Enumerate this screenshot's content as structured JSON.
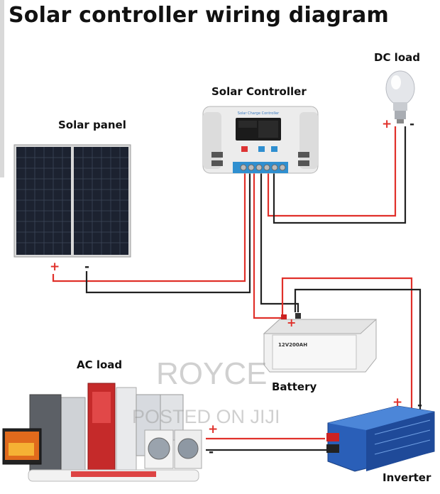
{
  "title": "Solar controller wiring diagram",
  "labels": {
    "dc_load": "DC load",
    "solar_controller": "Solar Controller",
    "solar_panel": "Solar panel",
    "ac_load": "AC load",
    "battery": "Battery",
    "inverter": "Inverter"
  },
  "controller_screen_text": "Solar Charge Controller",
  "battery_text": "12V200AH",
  "terminal_signs": {
    "plus": "+",
    "minus": "-"
  },
  "watermark": {
    "brand": "ROYCE",
    "posted": "POSTED ON JIJI"
  },
  "colors": {
    "positive_wire": "#e0302a",
    "negative_wire": "#222222",
    "controller_accent": "#2f8fd0",
    "inverter_body": "#2a5fb8"
  }
}
